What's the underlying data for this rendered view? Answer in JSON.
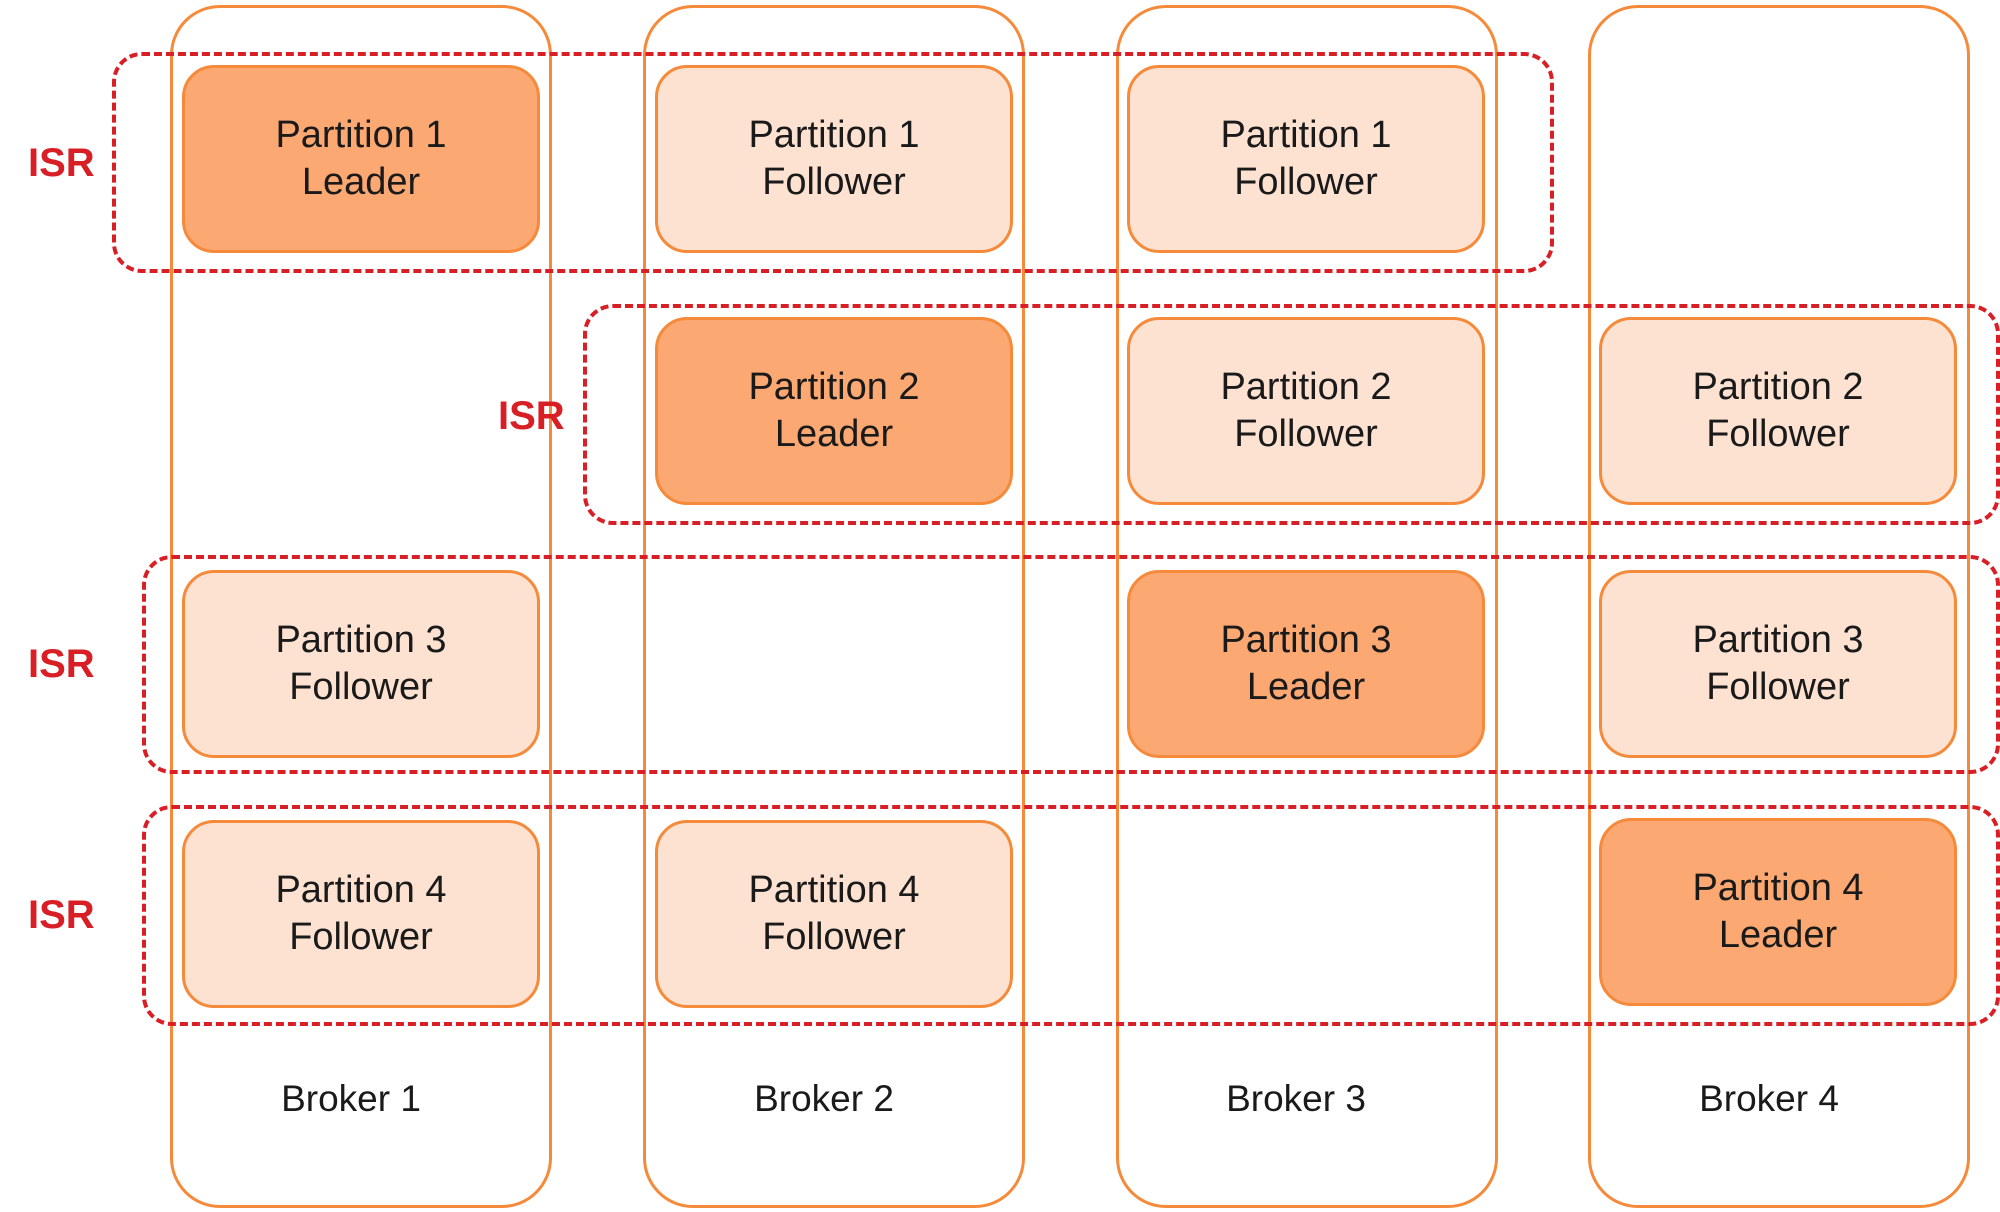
{
  "colors": {
    "broker_border": "#f58a3a",
    "leader_fill": "#fba872",
    "follower_fill": "#fde2d2",
    "isr": "#d81f26"
  },
  "brokers": [
    {
      "label": "Broker 1"
    },
    {
      "label": "Broker 2"
    },
    {
      "label": "Broker 3"
    },
    {
      "label": "Broker 4"
    }
  ],
  "isr_label": "ISR",
  "replicas": {
    "b1_p1": {
      "name": "Partition 1",
      "role": "Leader"
    },
    "b2_p1": {
      "name": "Partition 1",
      "role": "Follower"
    },
    "b3_p1": {
      "name": "Partition 1",
      "role": "Follower"
    },
    "b2_p2": {
      "name": "Partition 2",
      "role": "Leader"
    },
    "b3_p2": {
      "name": "Partition 2",
      "role": "Follower"
    },
    "b4_p2": {
      "name": "Partition 2",
      "role": "Follower"
    },
    "b1_p3": {
      "name": "Partition 3",
      "role": "Follower"
    },
    "b3_p3": {
      "name": "Partition 3",
      "role": "Leader"
    },
    "b4_p3": {
      "name": "Partition 3",
      "role": "Follower"
    },
    "b1_p4": {
      "name": "Partition 4",
      "role": "Follower"
    },
    "b2_p4": {
      "name": "Partition 4",
      "role": "Follower"
    },
    "b4_p4": {
      "name": "Partition 4",
      "role": "Leader"
    }
  }
}
